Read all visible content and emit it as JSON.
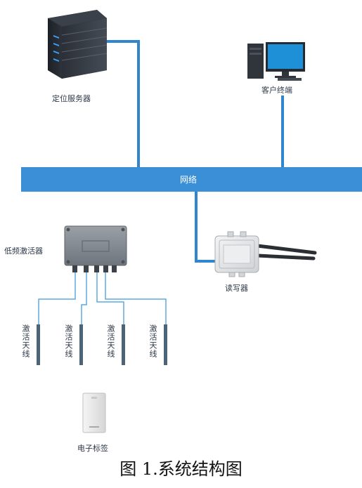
{
  "diagram": {
    "network_label": "网络",
    "nodes": {
      "server": "定位服务器",
      "client": "客户终端",
      "activator": "低频激活器",
      "reader": "读写器",
      "tag": "电子标签"
    },
    "antennas": [
      "激活天线",
      "激活天线",
      "激活天线",
      "激活天线"
    ],
    "caption": "图 1.系统结构图",
    "colors": {
      "network_bus": "#3a8fd6",
      "link_line": "#2f86cf",
      "antenna_rod": "#4d6478"
    }
  }
}
